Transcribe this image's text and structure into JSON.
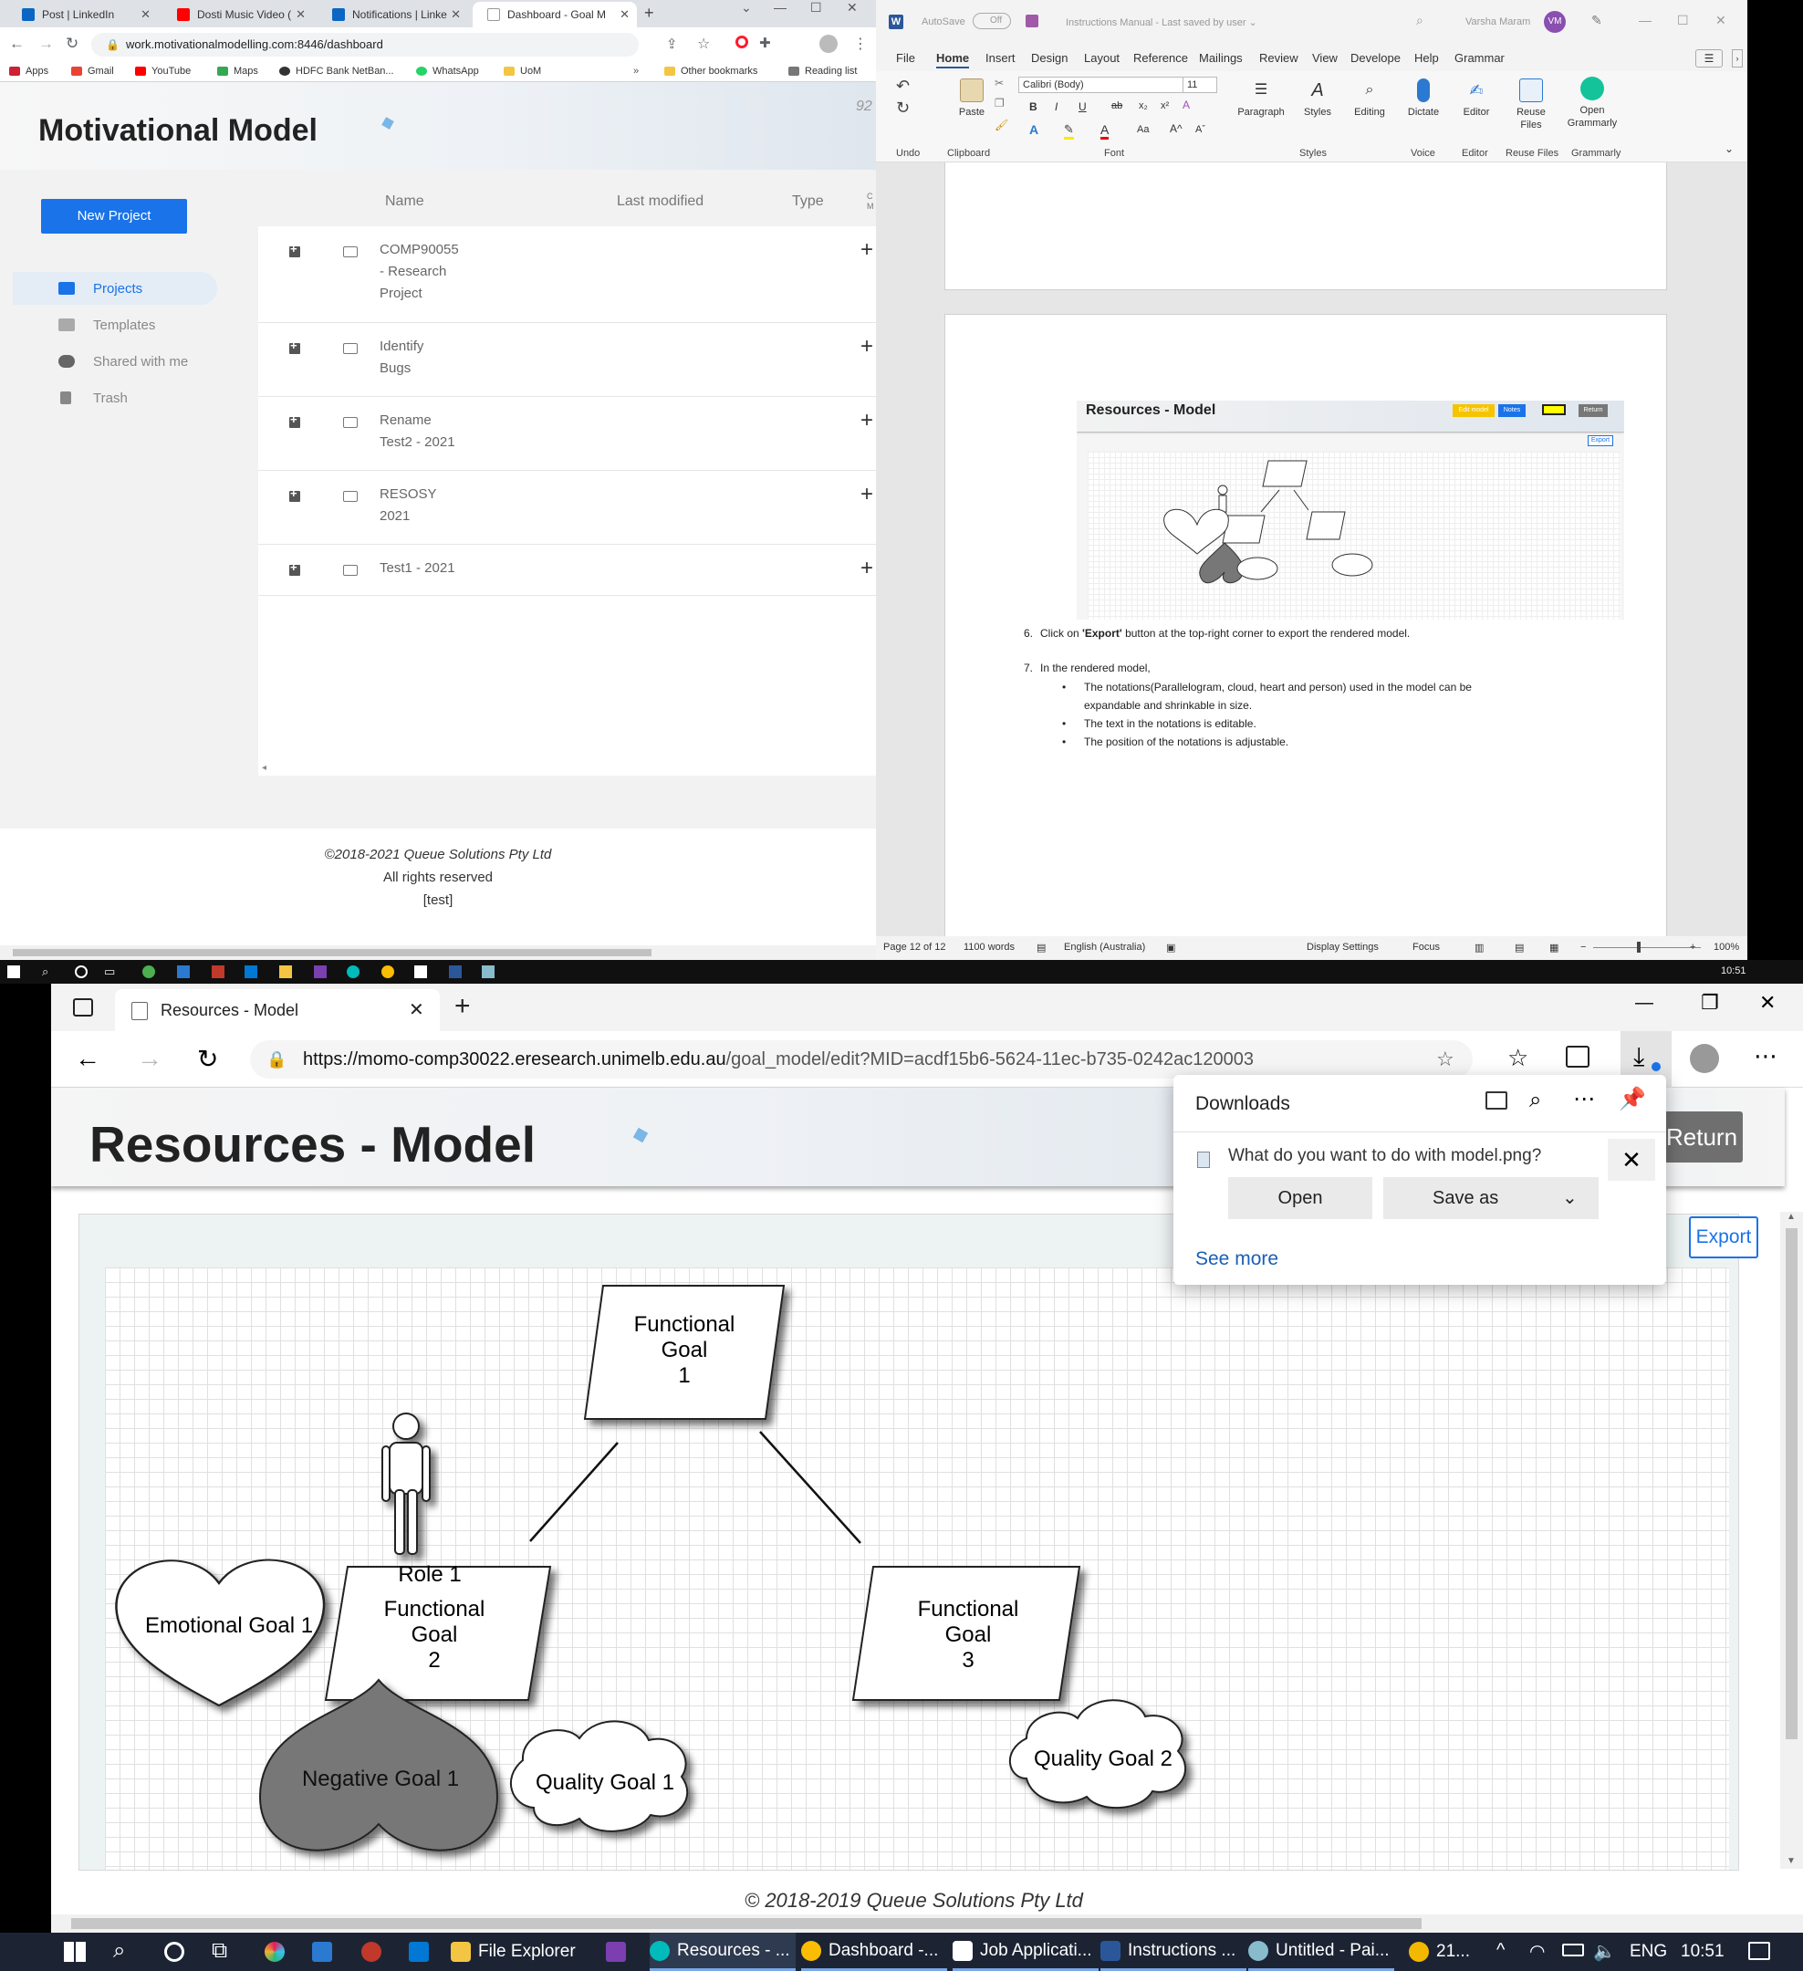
{
  "top_chrome": {
    "tabs": [
      {
        "label": "Post | LinkedIn",
        "color": "#0a66c2"
      },
      {
        "label": "Dosti Music Video (",
        "color": "#ff0000"
      },
      {
        "label": "Notifications | Linke",
        "color": "#0a66c2"
      },
      {
        "label": "Dashboard - Goal M",
        "color": "#999999"
      }
    ],
    "url": "work.motivationalmodelling.com:8446/dashboard",
    "bookmarks": [
      "Apps",
      "Gmail",
      "YouTube",
      "Maps",
      "HDFC Bank NetBan...",
      "WhatsApp",
      "UoM",
      "Other bookmarks",
      "Reading list"
    ]
  },
  "dashboard": {
    "title": "Motivational Model",
    "new_project": "New Project",
    "sidebar": [
      "Projects",
      "Templates",
      "Shared with me",
      "Trash"
    ],
    "columns": [
      "Name",
      "Last modified",
      "Type",
      "C\nM"
    ],
    "projects": [
      "COMP90055\n- Research\nProject",
      "Identify\nBugs",
      "Rename\nTest2 - 2021",
      "RESOSY\n2021",
      "Test1 - 2021"
    ],
    "footer": [
      "©2018-2021 Queue Solutions Pty Ltd",
      "All rights reserved",
      "[test]"
    ]
  },
  "word": {
    "autosave": "AutoSave",
    "autosave_state": "Off",
    "doc_title": "Instructions Manual  -  Last saved by user  ⌄",
    "user": "Varsha Maram",
    "user_initials": "VM",
    "menu": [
      "File",
      "Home",
      "Insert",
      "Design",
      "Layout",
      "Reference",
      "Mailings",
      "Review",
      "View",
      "Develope",
      "Help",
      "Grammar"
    ],
    "font_name": "Calibri (Body)",
    "font_size": "11",
    "ribbon_buttons": [
      "Paste",
      "Paragraph",
      "Styles",
      "Editing",
      "Dictate",
      "Editor",
      "Reuse\nFiles",
      "Open\nGrammarly"
    ],
    "ribbon_groups": [
      "Undo",
      "Clipboard",
      "Font",
      "Styles",
      "Voice",
      "Editor",
      "Reuse Files",
      "Grammarly"
    ],
    "thumb_title": "Resources - Model",
    "thumb_buttons": [
      "Edit model",
      "Notes",
      "Return"
    ],
    "thumb_export": "Export",
    "step6": "Click on 'Export' button at the top-right corner to export the rendered model.",
    "step6_prefix": "Click on ",
    "step6_bold": "'Export'",
    "step6_suffix": " button at the top-right corner to export the rendered model.",
    "step7": "In the rendered model,",
    "bullets": [
      "The notations(Parallelogram, cloud, heart and person) used in the model can be expandable and shrinkable in size.",
      "The text in the notations is editable.",
      "The position of the notations is adjustable."
    ],
    "status": {
      "page": "Page 12 of 12",
      "words": "1100 words",
      "lang": "English (Australia)",
      "display": "Display Settings",
      "focus": "Focus",
      "zoom": "100%"
    }
  },
  "taskbar1": {
    "time": "10:51"
  },
  "edge": {
    "tab_title": "Resources - Model",
    "url": "https://momo-comp30022.eresearch.unimelb.edu.au/goal_model/edit?MID=acdf15b6-5624-11ec-b735-0242ac120003",
    "url_host": "https://momo-comp30022.eresearch.unimelb.edu.au",
    "url_path": "/goal_model/edit?MID=acdf15b6-5624-11ec-b735-0242ac120003",
    "page_title": "Resources - Model",
    "return_label": "Return",
    "export_label": "Export",
    "footer": "© 2018-2019 Queue Solutions Pty Ltd"
  },
  "downloads": {
    "title": "Downloads",
    "question": "What do you want to do with model.png?",
    "open": "Open",
    "save_as": "Save as",
    "see_more": "See more"
  },
  "model": {
    "fg1": [
      "Functional",
      "Goal",
      "1"
    ],
    "fg2": [
      "Functional",
      "Goal",
      "2"
    ],
    "fg3": [
      "Functional",
      "Goal",
      "3"
    ],
    "role": "Role 1",
    "emotional": "Emotional Goal 1",
    "negative": "Negative Goal 1",
    "quality1": "Quality Goal 1",
    "quality2": "Quality Goal 2"
  },
  "taskbar2": {
    "apps": [
      "File Explorer",
      "Resources - ...",
      "Dashboard -...",
      "Job Applicati...",
      "Instructions ...",
      "Untitled - Pai..."
    ],
    "weather": "21...",
    "lang": "ENG",
    "time": "10:51"
  }
}
